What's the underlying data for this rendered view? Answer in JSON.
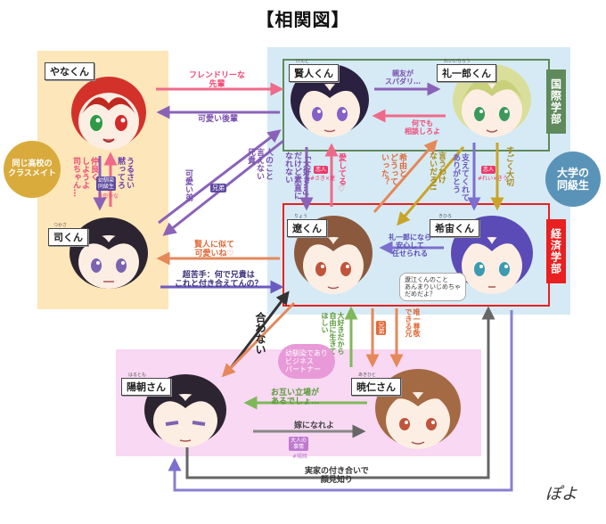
{
  "title": "【相関図】",
  "regions": {
    "yellow_group": {
      "color": "#fde6b9"
    },
    "blue_group": {
      "color": "#d6eaf5"
    },
    "pink_group": {
      "color": "#f8d8f3"
    },
    "kokusai_box": {
      "color": "#5f8a5b"
    },
    "keizai_box": {
      "color": "#e82020"
    }
  },
  "circles": {
    "classmates": {
      "text": "同じ高校の\nクラスメイト",
      "color": "#d8ab3c"
    },
    "daigaku": {
      "text": "大学の\n同級生",
      "color": "#5a93b8"
    }
  },
  "departments": {
    "kokusai": {
      "text": "国際学部",
      "color": "#5f8a5b"
    },
    "keizai": {
      "text": "経済学部",
      "color": "#e82020"
    }
  },
  "characters": [
    {
      "id": "yana",
      "name": "やなくん",
      "hair": "#d3322b",
      "eyes": "#2c9a47",
      "eyes2": "#d32a2a"
    },
    {
      "id": "tsukasa",
      "name": "司くん",
      "ruby": "つかさ",
      "hair": "#2c2430",
      "eyes": "#7c63b0"
    },
    {
      "id": "kento",
      "name": "賢人くん",
      "ruby": "けんと",
      "hair": "#2a2140",
      "eyes": "#8560c8"
    },
    {
      "id": "reiichiro",
      "name": "礼一郎くん",
      "ruby": "れいいちろう",
      "hair": "#d9df9a",
      "eyes": "#3b9a5b"
    },
    {
      "id": "haruka",
      "name": "遼くん",
      "ruby": "りょう",
      "hair": "#8b5a3e",
      "eyes": "#c0543c"
    },
    {
      "id": "kiyu",
      "name": "希宙くん",
      "ruby": "きひろ",
      "hair": "#5a4bb6",
      "eyes": "#3b9bb0"
    },
    {
      "id": "hirotomo",
      "name": "陽朝さん",
      "ruby": "はるとも",
      "hair": "#2c2430",
      "eyes": "#7c63b0"
    },
    {
      "id": "akihito",
      "name": "暁仁さん",
      "ruby": "あきひと",
      "hair": "#a46a44",
      "eyes": "#c0543c"
    }
  ],
  "relations": {
    "yana_to_kento": "フレンドリーな\n先輩",
    "kento_to_yana": "可愛い後輩",
    "yana_tsukasa_a": "うるさい\n黙ってろ",
    "yana_tsukasa_b": "仲良く\nしようよ\n司ちゃん…",
    "yana_tsukasa_tag": "幼馴染\n同級生",
    "yana_tsukasa_tag2": "#司やな",
    "tsukasa_kento_a": "可愛い弟",
    "tsukasa_kento_tag": "兄弟",
    "tsukasa_kento_b": "人のこと\n言えない\n兄貴",
    "kento_reiichiro": "親友が\nスパダリ…",
    "reiichiro_kento": "何でも\n相談しろよ",
    "kento_haruka_a": "「大好き…」\nだけど素直に\nなれない",
    "kento_haruka_b": "愛してる♡",
    "kento_haruka_tag": "恋人",
    "kento_haruka_tag2": "#さき×遼",
    "haruka_reiichiro_a": "希由と\nどうって\nいった？",
    "reiichiro_haruka": "言うわけ\nないだろ!!",
    "reiichiro_kiyu_a": "支えてくれて\nありがとう",
    "reiichiro_kiyu_tag": "恋人",
    "reiichiro_kiyu_tag2": "#れい×きう",
    "reiichiro_kiyu_b": "すごく大切",
    "kiyu_haruka": "礼一郎になら\n安心して\n任せられる",
    "haruka_kiyu_bubble": "遼江くんのこと\nあんまりいじめちゃ\nだめだよ？",
    "haruka_tsukasa": "賢人に似て\n可愛いね♡",
    "tsukasa_haruka": "超苦手：何で兄貴は\nこれと付き合えてんの？",
    "awanai": "合わない",
    "haruka_akihito_a": "大好きだから\n自由に生きて\nほしい",
    "haruka_akihito_tag": "兄弟",
    "akihito_haruka": "唯一尊敬\nできる兄",
    "hirotomo_akihito_note": "幼馴染であり\nビジネス\nパートナー",
    "akihito_hirotomo": "お互い立場が\nあるでしょ…",
    "hirotomo_to_akihito": "嫁になれよ",
    "hirotomo_akihito_tag": "大人の\n事情",
    "hirotomo_akihito_tag2": "#陽暁",
    "family": "実家の付き合いで\n顔見知り"
  },
  "signature": "ぽよ"
}
